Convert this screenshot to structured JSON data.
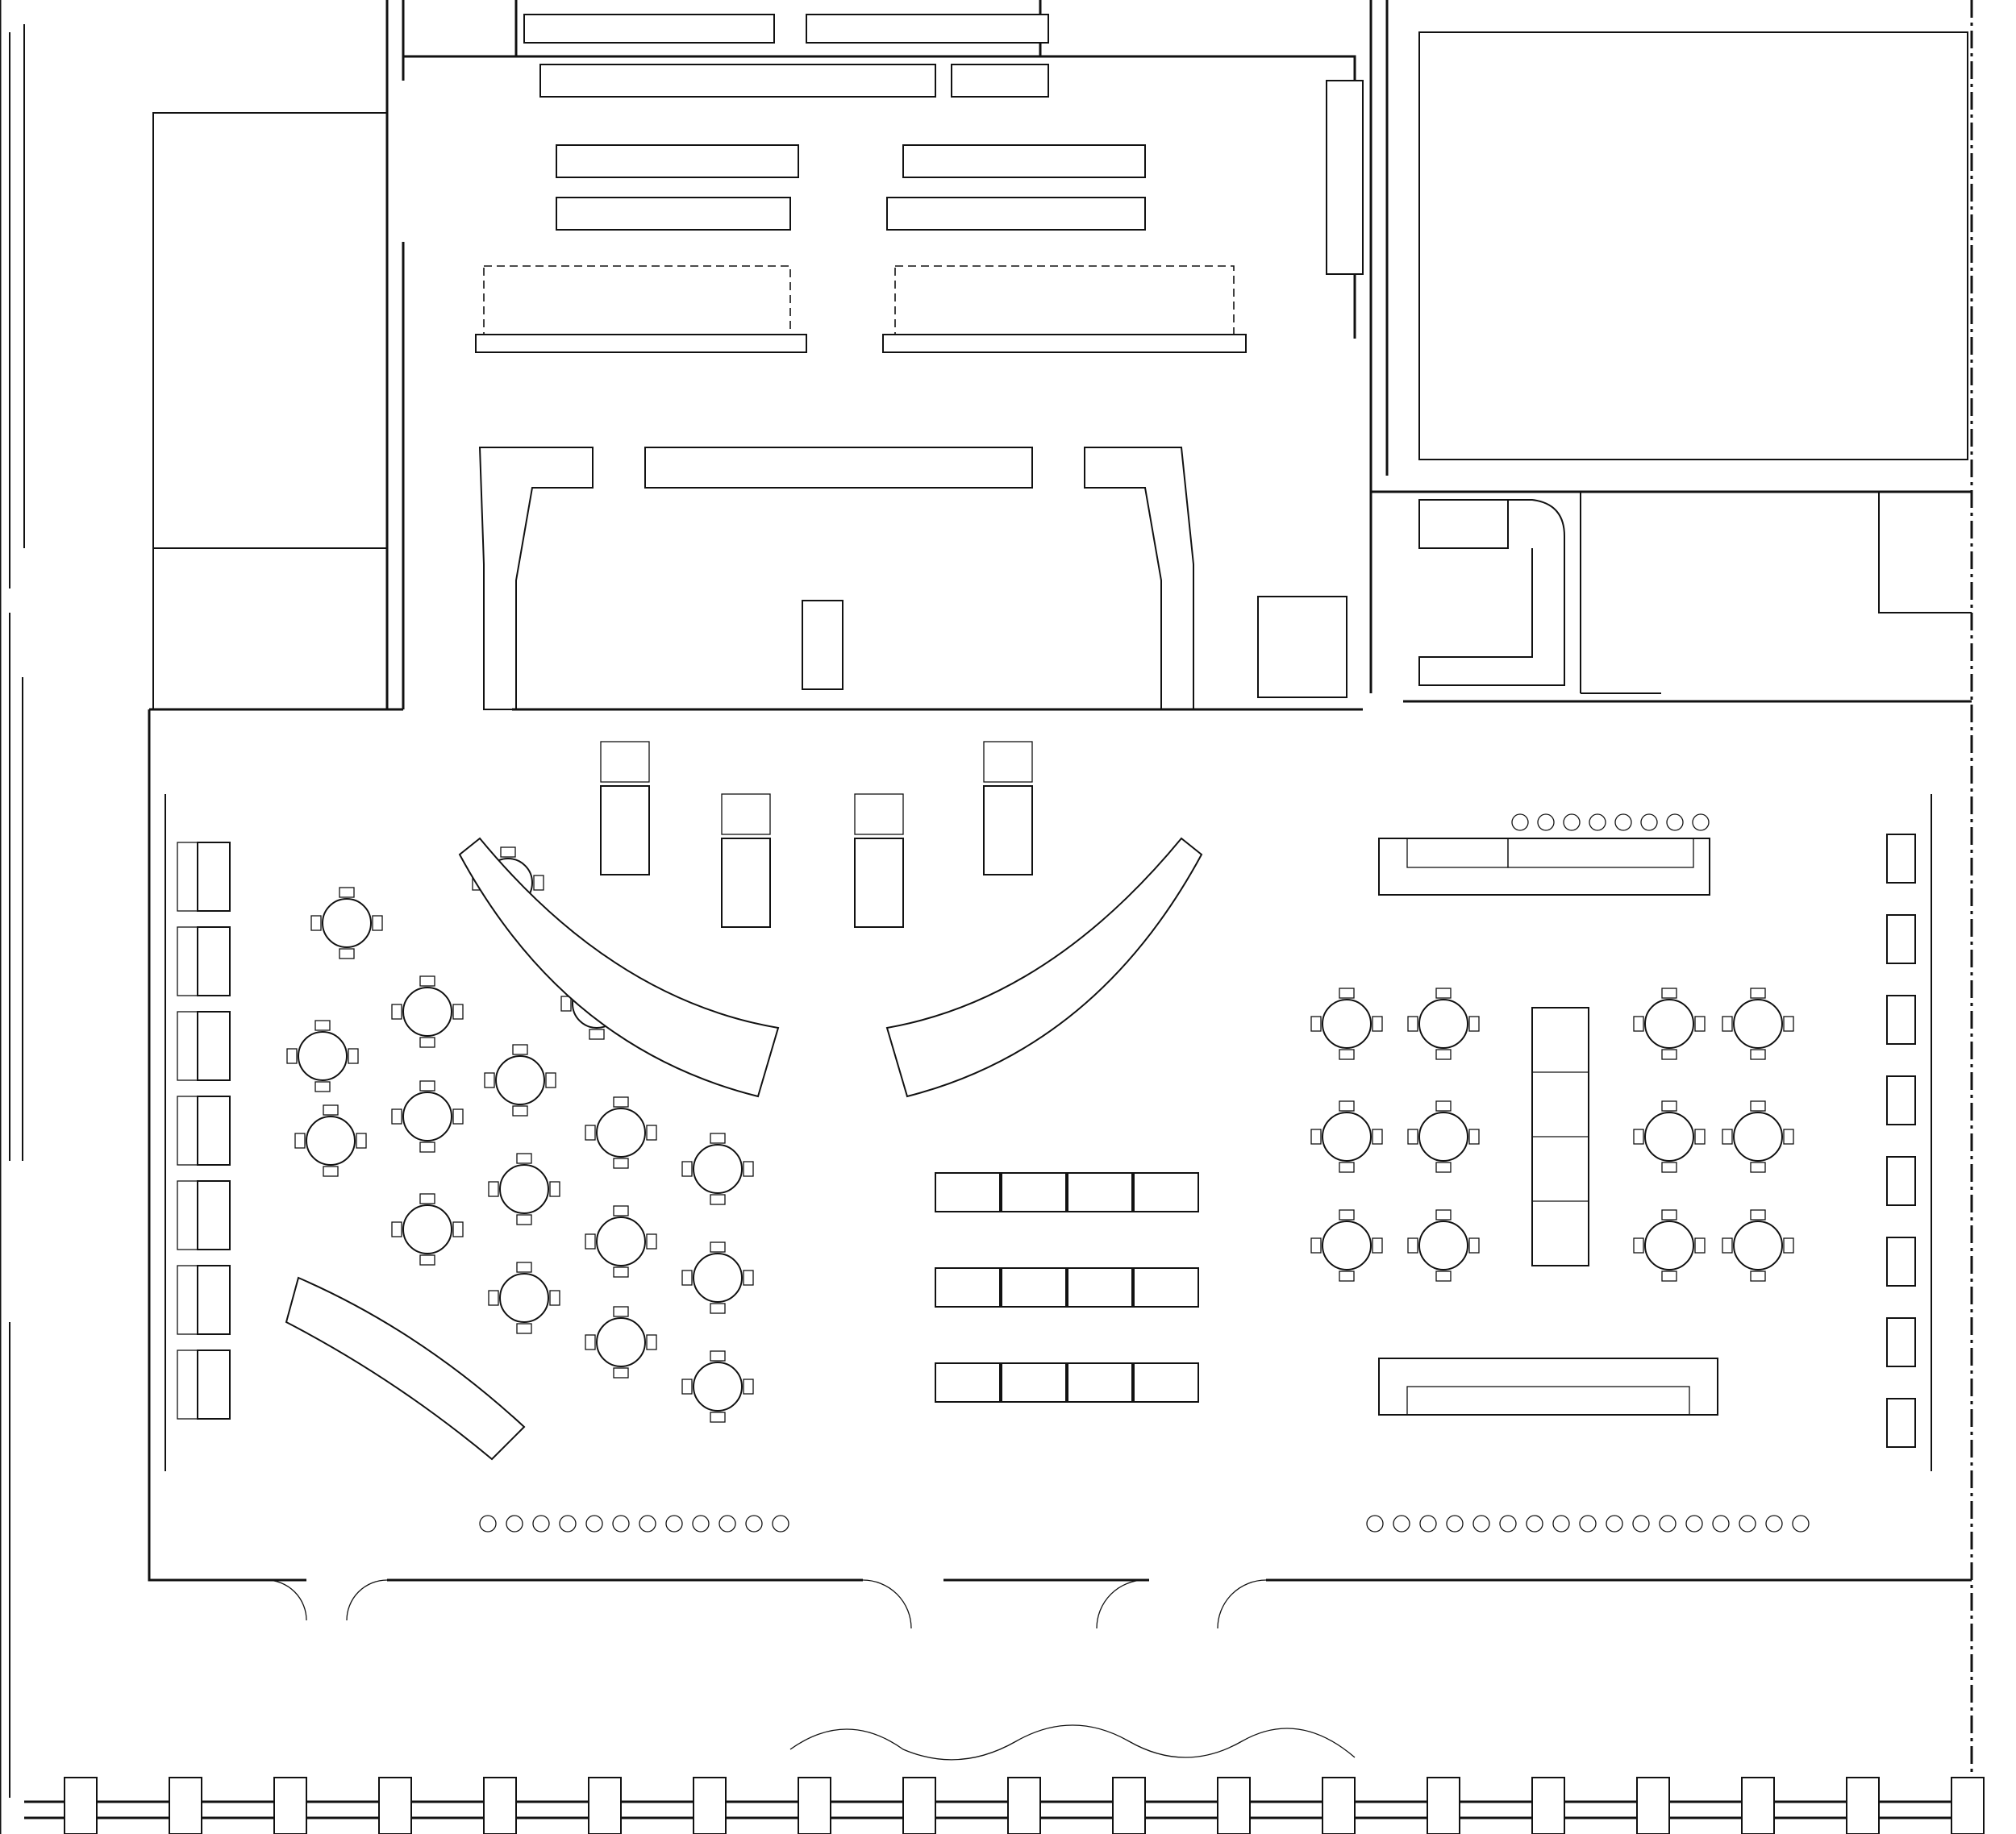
{
  "plan": {
    "type": "architectural floor plan",
    "colors": {
      "line": "#111111",
      "background": "#ffffff"
    },
    "areas": {
      "kitchen": {
        "cooking_lines": 2,
        "prep_counters": 4
      },
      "dining": {
        "round_tables_west": 17,
        "round_tables_east": 12,
        "banquette_tables_west_wall": 7,
        "banquette_tables_east_wall": 8,
        "curved_bar_counters": 2,
        "curved_counter_southwest": 1,
        "rectangular_table_grid": {
          "rows": 3,
          "columns": 4
        },
        "long_communal_tables": 2,
        "service_islands": 4
      },
      "entries": {
        "storefront_doors_south": 3
      }
    }
  }
}
